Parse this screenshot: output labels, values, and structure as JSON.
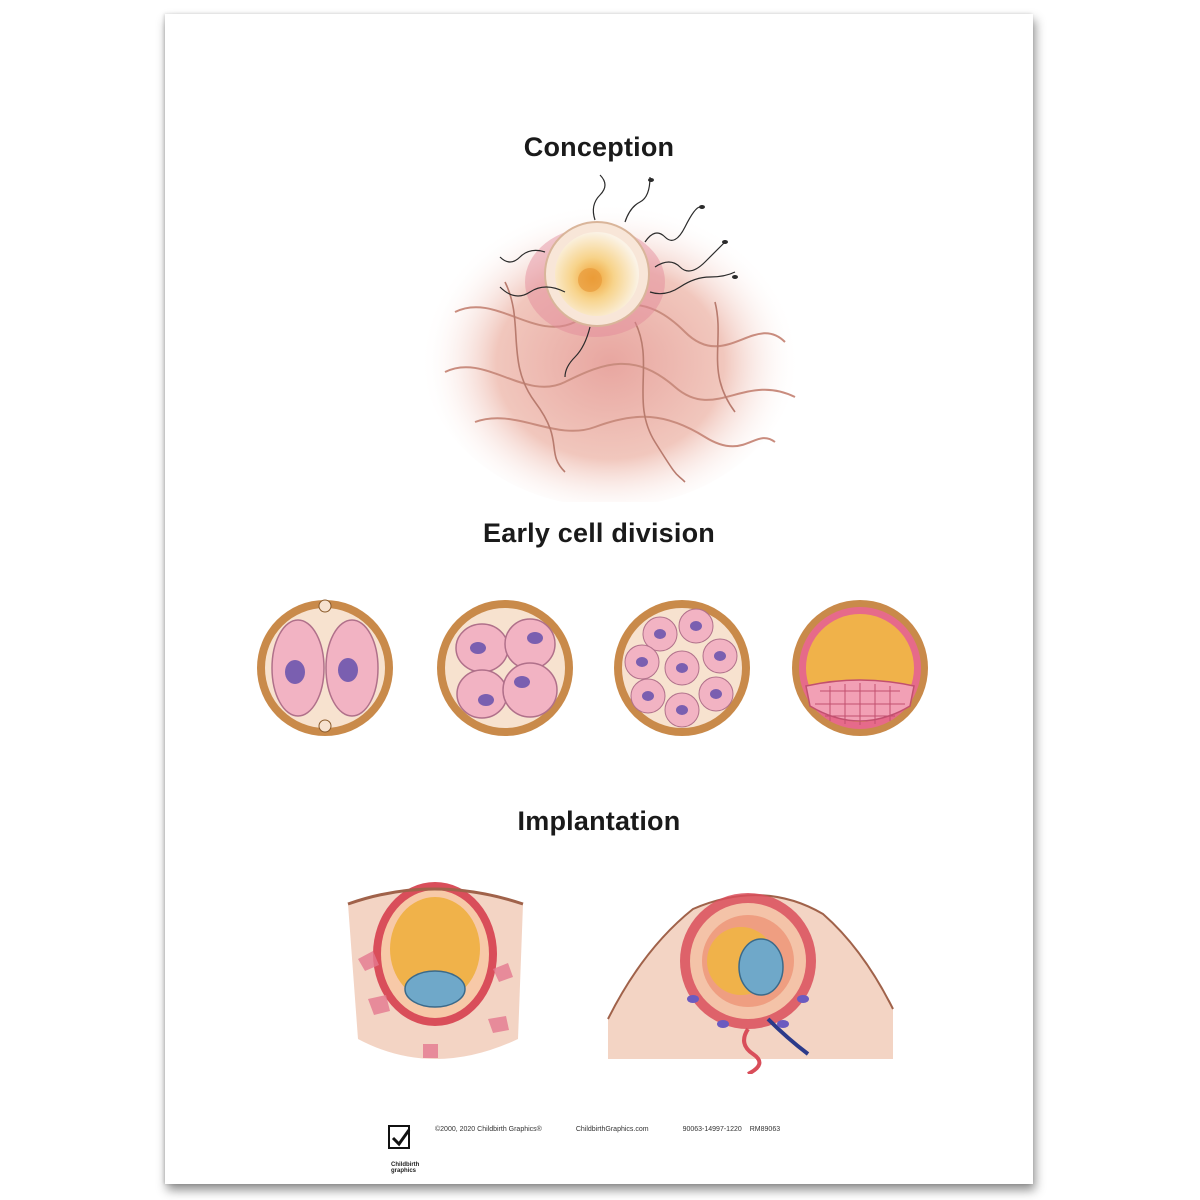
{
  "poster": {
    "sections": [
      {
        "title": "Conception"
      },
      {
        "title": "Early cell division"
      },
      {
        "title": "Implantation"
      }
    ],
    "footer": {
      "copyright": "©2000, 2020 Childbirth Graphics®",
      "website": "ChildbirthGraphics.com",
      "code": "90063-14997-1220",
      "item": "RM89063",
      "logo_line1": "Childbirth",
      "logo_line2": "graphics"
    }
  },
  "colors": {
    "heading": "#1a1a1a",
    "zona": "#c98a4a",
    "cell": "#f2b3c3",
    "nucleus": "#7a5fb0",
    "blastocoel": "#f0b24a",
    "inner_mass": "#6fa8c9"
  }
}
